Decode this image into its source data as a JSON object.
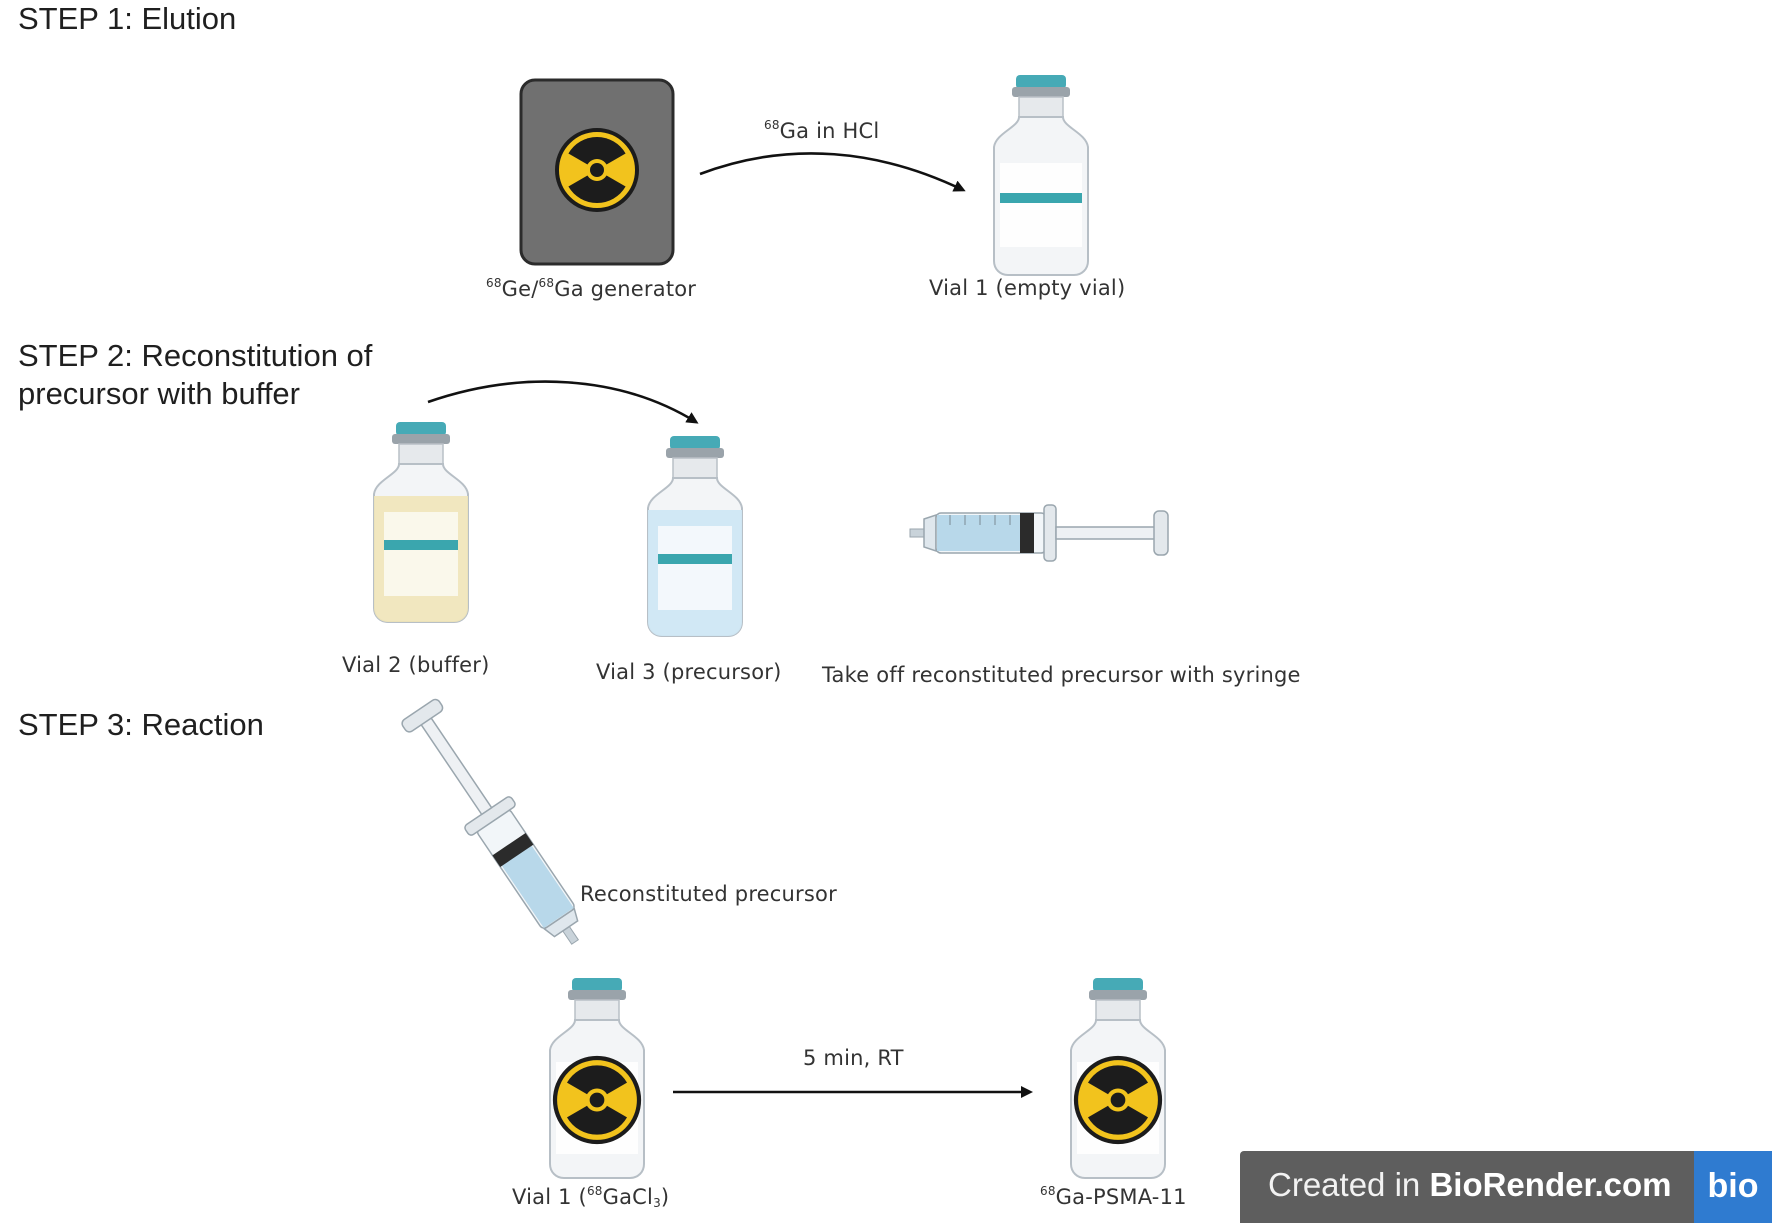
{
  "steps": {
    "step1": {
      "title": "STEP 1: Elution"
    },
    "step2": {
      "title_line1": "STEP 2: Reconstitution of",
      "title_line2": "precursor with buffer"
    },
    "step3": {
      "title": "STEP 3: Reaction"
    }
  },
  "labels": {
    "generator": {
      "sup1": "68",
      "t1": "Ge/",
      "sup2": "68",
      "t2": "Ga generator"
    },
    "arrow1": {
      "sup": "68",
      "text": "Ga in HCl"
    },
    "vial1_empty": "Vial 1 (empty vial)",
    "vial2": "Vial 2 (buffer)",
    "vial3": "Vial 3 (precursor)",
    "syringe_step2": "Take off reconstituted precursor with syringe",
    "syringe_step3": "Reconstituted precursor",
    "reaction_arrow": "5 min, RT",
    "vial1_gacl3": {
      "pre": "Vial 1 (",
      "sup": "68",
      "mid": "GaCl",
      "sub": "3",
      "post": ")"
    },
    "product": {
      "sup": "68",
      "text": "Ga-PSMA-11"
    }
  },
  "watermark": {
    "prefix": "Created in ",
    "brand": "BioRender.com",
    "logo": "bio"
  },
  "colors": {
    "vial_cap": "#46aab6",
    "vial_band": "#3aa6ae",
    "buffer_liquid": "#f1e6b8",
    "precursor_liquid": "#cfe7f4",
    "generator_box": "#707070",
    "hazard_yellow": "#f2c31d"
  },
  "icons": [
    "radiation-hazard-icon",
    "glass-vial-icon",
    "syringe-icon",
    "lead-generator-icon"
  ]
}
